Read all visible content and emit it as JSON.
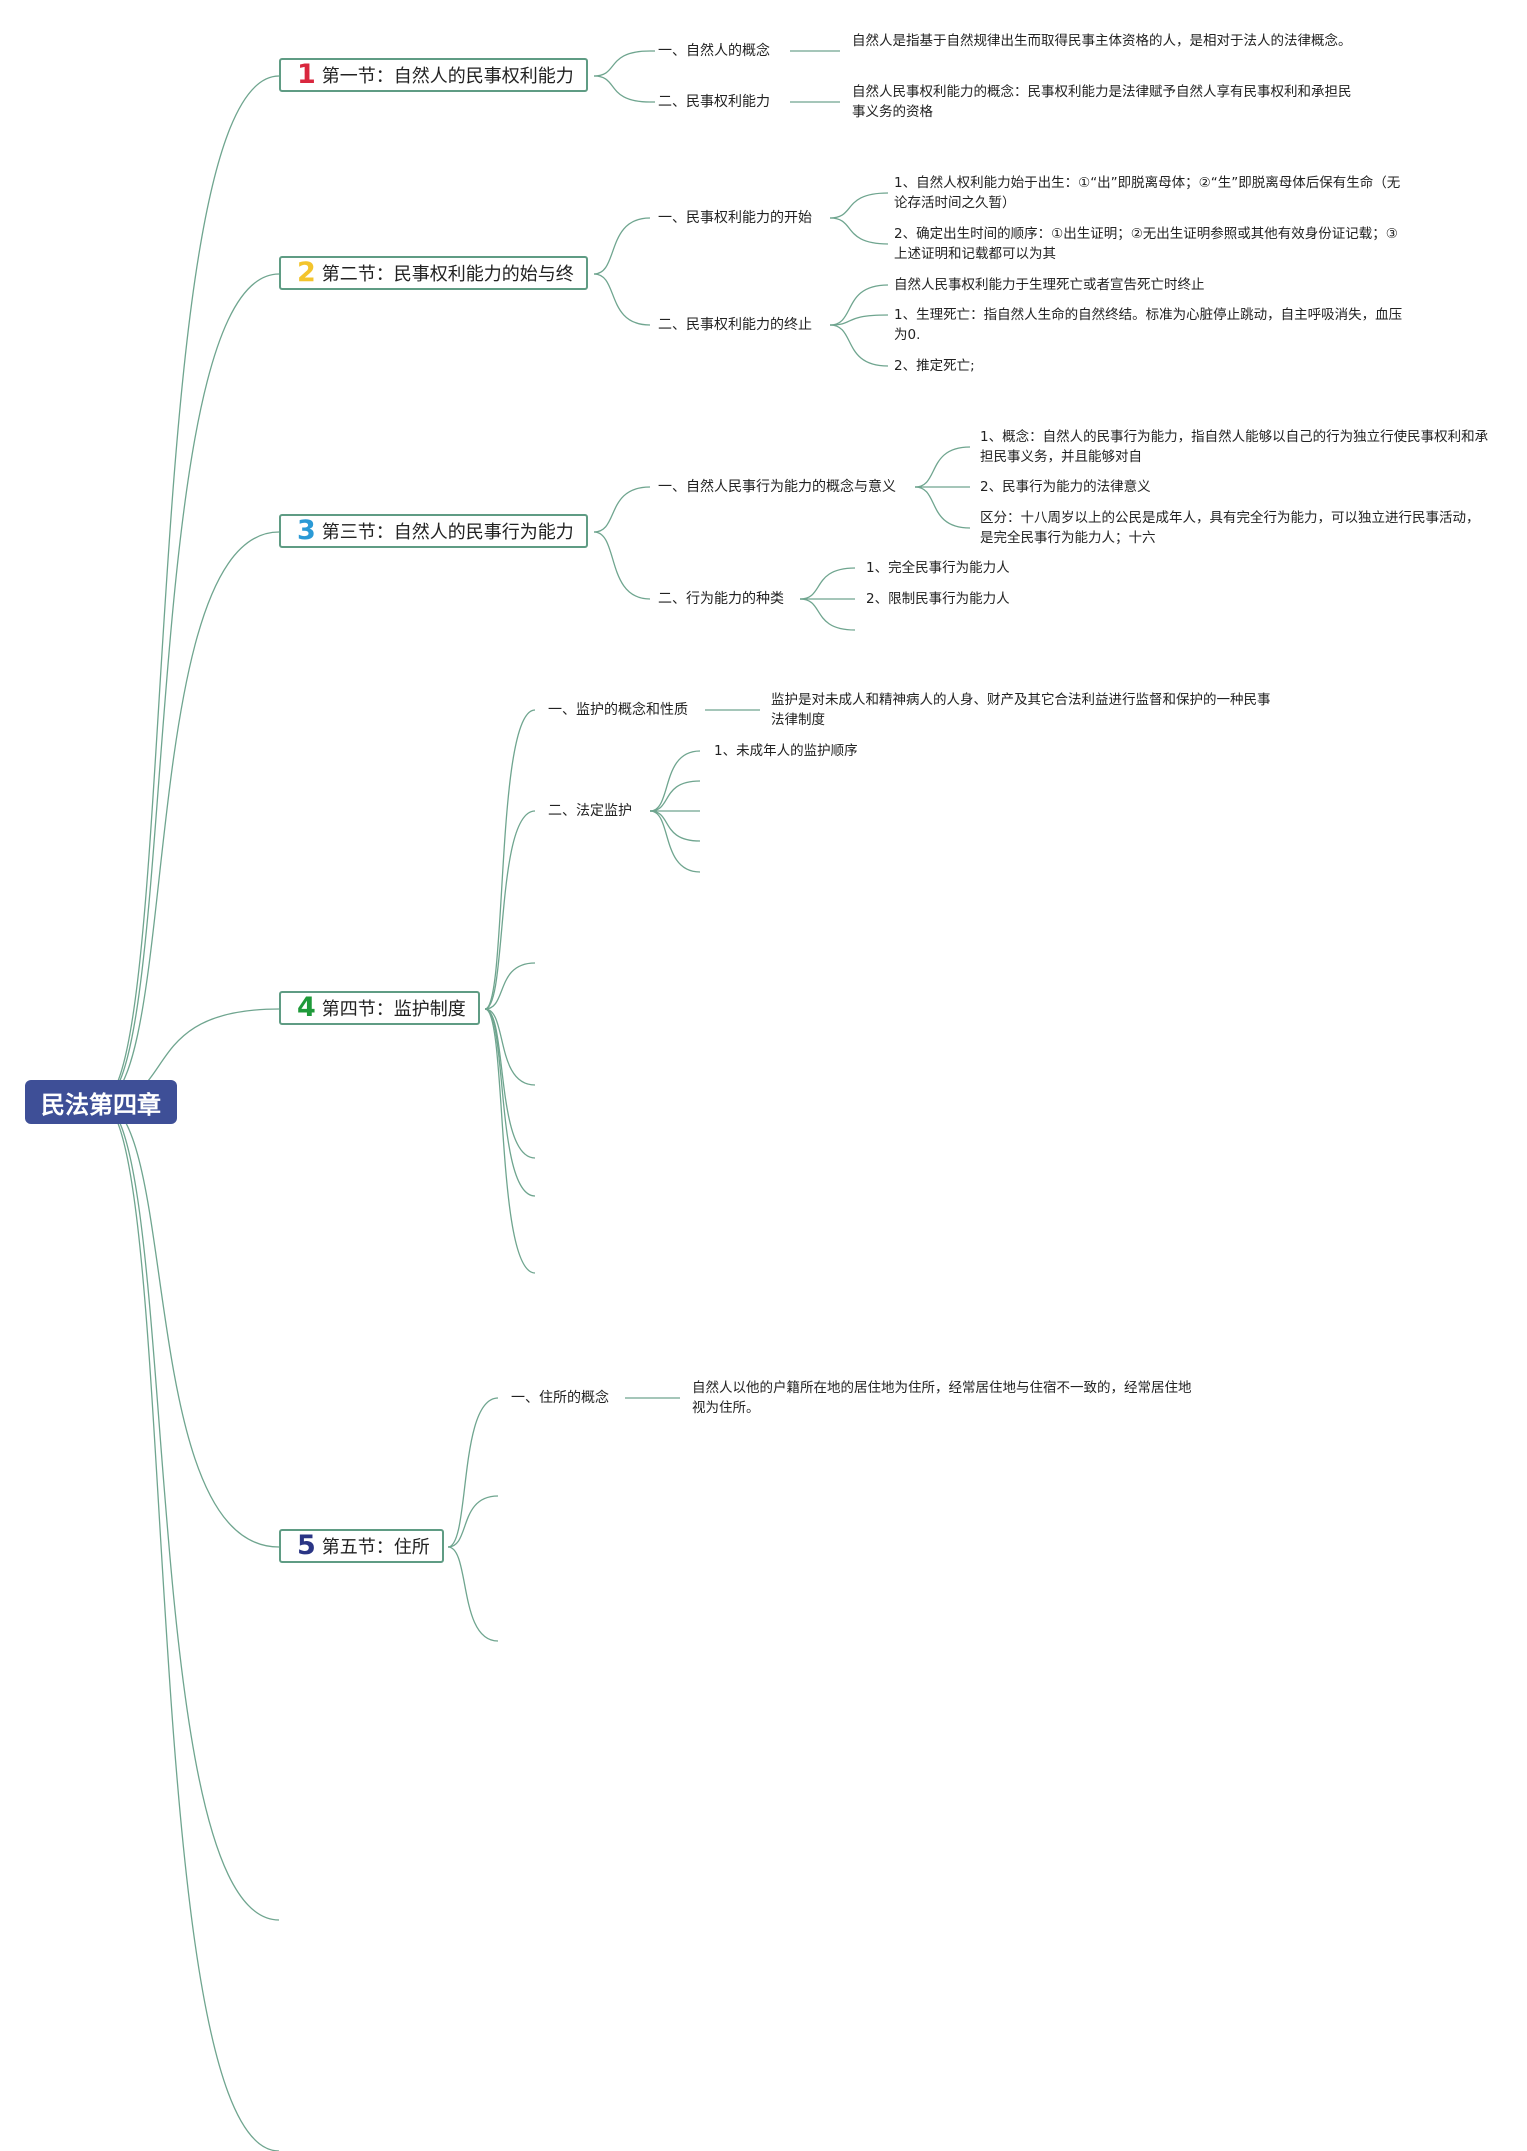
{
  "root": {
    "title": "民法第四章"
  },
  "colors": {
    "line": "#6fa58f",
    "root_bg": "#3e4f97"
  },
  "sections": [
    {
      "num": "1",
      "num_color": "#d9273e",
      "title": "第一节：自然人的民事权利能力",
      "items": [
        {
          "label": "一、自然人的概念",
          "details": [
            "自然人是指基于自然规律出生而取得民事主体资格的人，是相对于法人的法律概念。"
          ]
        },
        {
          "label": "二、民事权利能力",
          "details": [
            "自然人民事权利能力的概念：民事权利能力是法律赋予自然人享有民事权利和承担民事义务的资格"
          ]
        }
      ]
    },
    {
      "num": "2",
      "num_color": "#f3c42d",
      "title": "第二节：民事权利能力的始与终",
      "items": [
        {
          "label": "一、民事权利能力的开始",
          "details": [
            "1、自然人权利能力始于出生：①“出”即脱离母体；②“生”即脱离母体后保有生命（无论存活时间之久暂）",
            "2、确定出生时间的顺序：①出生证明；②无出生证明参照或其他有效身份证记载；③上述证明和记载都可以为其"
          ]
        },
        {
          "label": "二、民事权利能力的终止",
          "details": [
            "自然人民事权利能力于生理死亡或者宣告死亡时终止",
            "1、生理死亡：指自然人生命的自然终结。标准为心脏停止跳动，自主呼吸消失，血压为0.",
            "2、推定死亡;"
          ]
        }
      ]
    },
    {
      "num": "3",
      "num_color": "#2b9ad6",
      "title": "第三节：自然人的民事行为能力",
      "items": [
        {
          "label": "一、自然人民事行为能力的概念与意义",
          "details": [
            "1、概念：自然人的民事行为能力，指自然人能够以自己的行为独立行使民事权利和承担民事义务，并且能够对自",
            "2、民事行为能力的法律意义",
            "区分：十八周岁以上的公民是成年人，具有完全行为能力，可以独立进行民事活动，是完全民事行为能力人；十六"
          ]
        },
        {
          "label": "二、行为能力的种类",
          "details": [
            "1、完全民事行为能力人",
            "2、限制民事行为能力人"
          ]
        }
      ]
    },
    {
      "num": "4",
      "num_color": "#1f9a3a",
      "title": "第四节：监护制度",
      "items": [
        {
          "label": "一、监护的概念和性质",
          "details": [
            "监护是对未成人和精神病人的人身、财产及其它合法利益进行监督和保护的一种民事法律制度"
          ]
        },
        {
          "label": "二、法定监护",
          "details": [
            "1、未成年人的监护顺序"
          ]
        }
      ]
    },
    {
      "num": "5",
      "num_color": "#2a3585",
      "title": "第五节：住所",
      "items": [
        {
          "label": "一、住所的概念",
          "details": [
            "自然人以他的户籍所在地的居住地为住所，经常居住地与住宿不一致的，经常居住地视为住所。"
          ]
        }
      ]
    }
  ]
}
